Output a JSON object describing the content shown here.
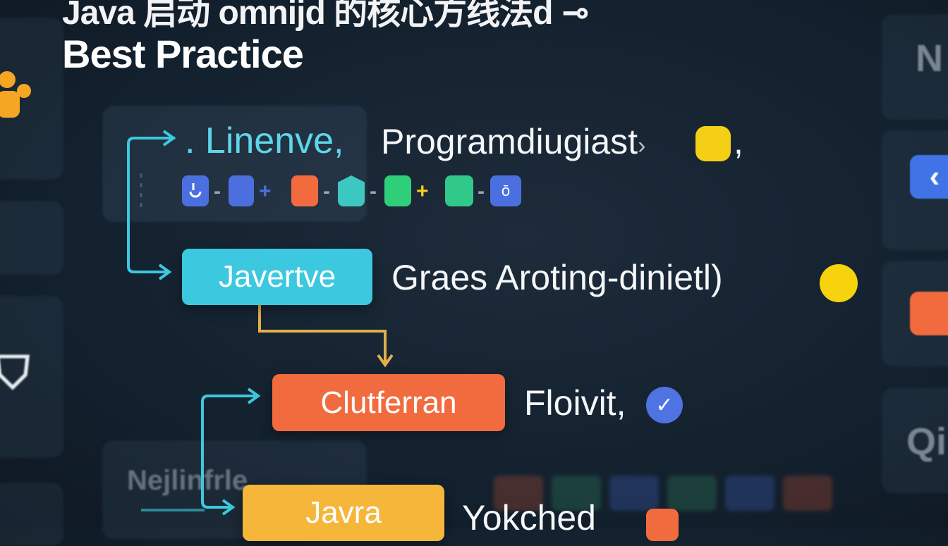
{
  "title": {
    "line1": "Java 启动 omnijd 的核心方线法d ⊸",
    "line2": "Best Practice"
  },
  "diagram": {
    "top_label": ". Linenve,",
    "top_caption": "Programdiugiast",
    "top_caption_suffix": "›",
    "top_comma": ",",
    "nodes": [
      {
        "label": "Javertve",
        "caption": "Graes Aroting-dinietl)"
      },
      {
        "label": "Clutferran",
        "caption": "Floivit,"
      },
      {
        "label": "Javra",
        "caption": "Yokched"
      }
    ],
    "check_glyph": "✓",
    "chip_plus_glyph": "+",
    "chip_minus_glyph": "-",
    "chip_end_glyph": "ō"
  },
  "background": {
    "left_shield_glyph": "⛉",
    "right_text_top": "N",
    "right_text_bottom": "Qi",
    "left_bottom_text": "Nejlinfrle"
  },
  "colors": {
    "cyan": "#3cc8de",
    "orange": "#f26b3e",
    "amber": "#f5b63a",
    "yellow": "#f5cf16",
    "blue": "#4f73e3",
    "green": "#2ecf78"
  }
}
